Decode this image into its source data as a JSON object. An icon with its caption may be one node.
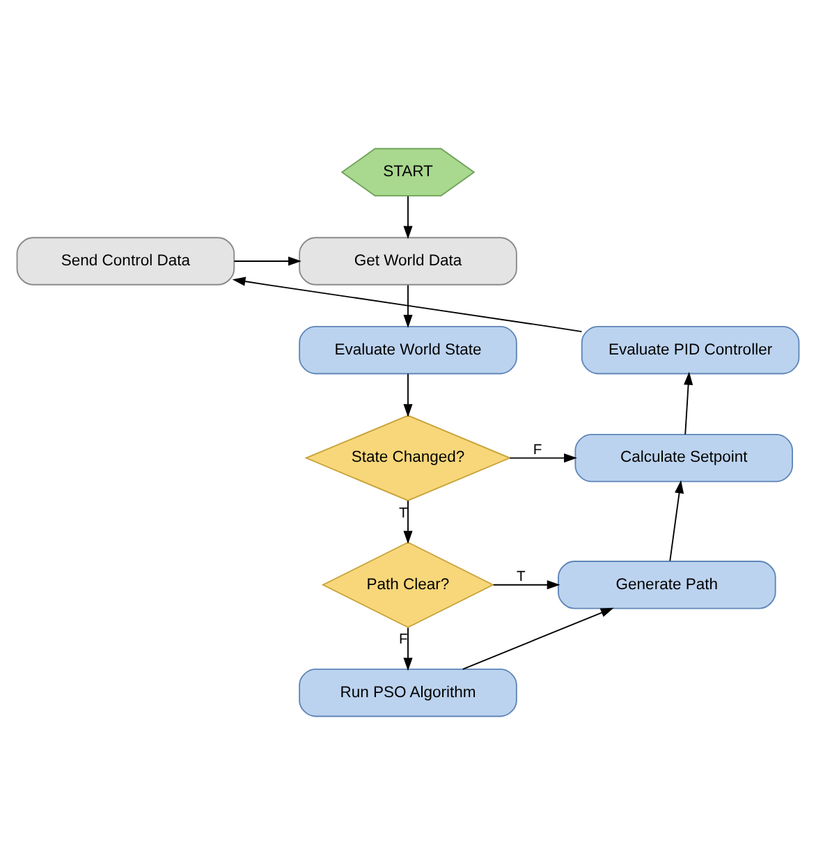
{
  "diagram": {
    "nodes": [
      {
        "text": [
          "START"
        ]
      },
      {
        "text": [
          "Send Control Data"
        ]
      },
      {
        "text": [
          "Get World Data"
        ]
      },
      {
        "text": [
          "Evaluate PID Controller"
        ]
      },
      {
        "text": [
          "Evaluate World State"
        ]
      },
      {
        "text": [
          "Calculate Setpoint"
        ]
      },
      {
        "text": [
          "State Changed?"
        ]
      },
      {
        "text": [
          "Generate Path"
        ]
      },
      {
        "text": [
          "Path Clear?"
        ]
      },
      {
        "text": [
          "Run PSO Algorithm"
        ]
      }
    ],
    "edges": [
      {
        "from": 0,
        "to": 2,
        "arrow": "to"
      },
      {
        "from": 1,
        "to": 2,
        "arrow": "to"
      },
      {
        "from": 2,
        "to": 4,
        "arrow": "to"
      },
      {
        "from": 4,
        "to": 6,
        "arrow": "to"
      },
      {
        "from": 6,
        "to": 5,
        "arrow": "to",
        "label": "F"
      },
      {
        "from": 6,
        "to": 8,
        "arrow": "to",
        "label": "T"
      },
      {
        "from": 8,
        "to": 7,
        "arrow": "to",
        "label": "T"
      },
      {
        "from": 8,
        "to": 9,
        "arrow": "to",
        "label": "F"
      },
      {
        "from": 9,
        "to": 7,
        "arrow": "to"
      },
      {
        "from": 7,
        "to": 5,
        "arrow": "to"
      },
      {
        "from": 5,
        "to": 3,
        "arrow": "to"
      },
      {
        "from": 3,
        "to": 1,
        "arrow": "to"
      }
    ]
  }
}
